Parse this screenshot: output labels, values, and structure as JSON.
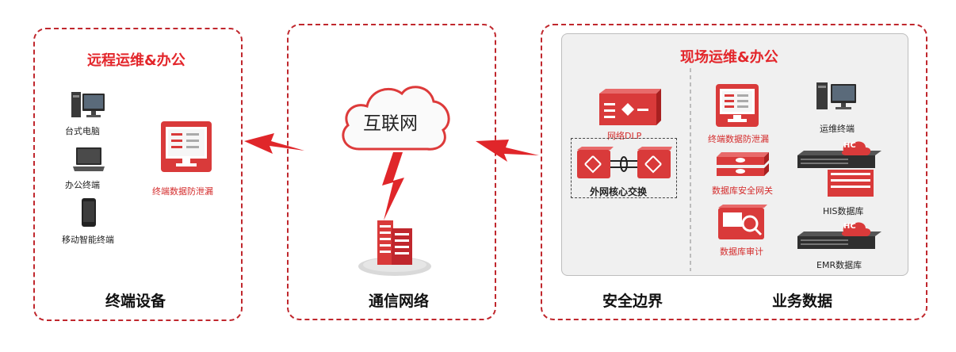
{
  "terminal": {
    "title": "远程运维&办公",
    "items": [
      "台式电脑",
      "办公终端",
      "移动智能终端"
    ],
    "dlp_label": "终端数据防泄漏",
    "footer": "终端设备"
  },
  "network": {
    "cloud_label": "互联网",
    "footer": "通信网络"
  },
  "onsite": {
    "title": "现场运维&办公",
    "security": {
      "dlp_label": "网络DLP",
      "core_label": "外网核心交换",
      "footer": "安全边界"
    },
    "business": {
      "items": [
        "终端数据防泄漏",
        "数据库安全网关",
        "数据库审计"
      ],
      "servers": [
        "运维终端",
        "HIS数据库",
        "EMR数据库"
      ],
      "hc_badge": "HC",
      "footer": "业务数据"
    }
  },
  "colors": {
    "accent": "#c0272d",
    "accent_bright": "#e3262b"
  }
}
